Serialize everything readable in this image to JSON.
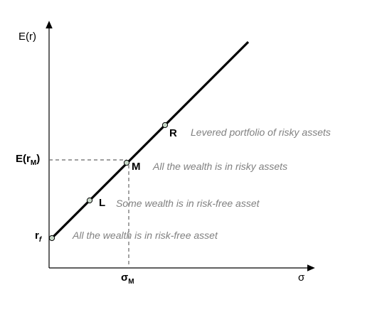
{
  "axes": {
    "y_label": "E(r)",
    "x_label": "σ"
  },
  "ticks": {
    "y_market": {
      "main": "E(r",
      "sub": "M",
      "close": ")"
    },
    "y_riskfree": {
      "main": "r",
      "sub": "f"
    },
    "x_market": {
      "main": "σ",
      "sub": "M"
    }
  },
  "points": {
    "R": "R",
    "M": "M",
    "L": "L"
  },
  "annotations": {
    "R": "Levered portfolio of risky assets",
    "M": "All the wealth is in risky assets",
    "L": "Some wealth is in risk-free asset",
    "rf": "All the wealth is in risk-free asset"
  },
  "colors": {
    "line": "#000000",
    "axis": "#000000",
    "dashed": "#666666",
    "marker_fill": "#c8d8c8",
    "note_text": "#808080"
  }
}
